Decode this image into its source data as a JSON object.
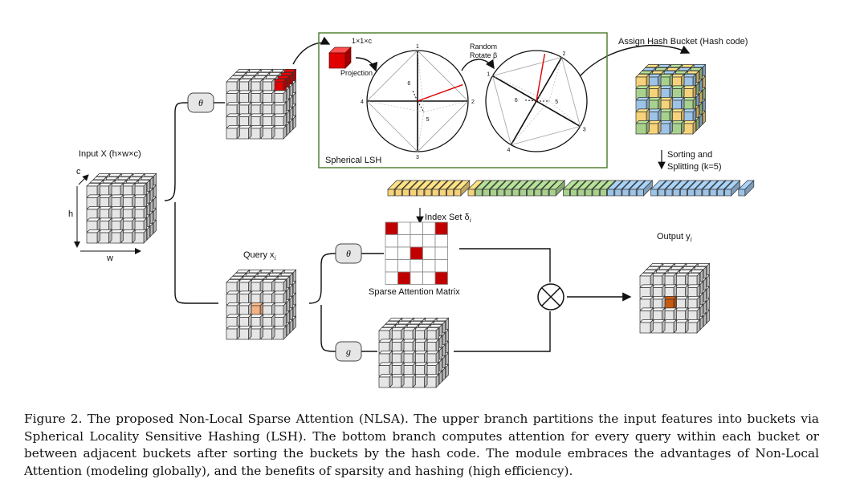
{
  "labels": {
    "input": "Input X (h×w×c)",
    "dim_c": "c",
    "dim_h": "h",
    "dim_w": "w",
    "query": "Query x",
    "query_sub": "i",
    "theta": "θ",
    "g": "g",
    "cube_1x1xc": "1×1×c",
    "projection": "Projection",
    "random_rotate": "Random",
    "random_rotate_2": "Rotate β",
    "spherical_lsh": "Spherical LSH",
    "assign_hash": "Assign Hash Bucket (Hash code)",
    "sorting": "Sorting and",
    "splitting": "Splitting (k=5)",
    "index_set": "Index Set δ",
    "index_set_sub": "i",
    "sparse_matrix": "Sparse Attention Matrix",
    "output": "Output y",
    "output_sub": "i",
    "circle1_nums": [
      "1",
      "2",
      "3",
      "4",
      "5",
      "6"
    ],
    "circle2_nums": [
      "1",
      "2",
      "3",
      "4",
      "5",
      "6"
    ]
  },
  "colors": {
    "yellow": "#f6d27a",
    "green": "#a9d18e",
    "blue": "#9dc3e6",
    "red": "#c00000",
    "grey": "#d9d9d9",
    "lsh_border": "#548235",
    "query_highlight": "#f4b183",
    "output_highlight": "#c55a11"
  },
  "caption": "Figure 2. The proposed Non-Local Sparse Attention (NLSA). The upper branch partitions the input features into buckets via Spherical Locality Sensitive Hashing (LSH). The bottom branch computes attention for every query within each bucket or between adjacent buckets after sorting the buckets by the hash code.  The module embraces the advantages of Non-Local Attention (modeling globally), and the benefits of sparsity and hashing (high efficiency)."
}
